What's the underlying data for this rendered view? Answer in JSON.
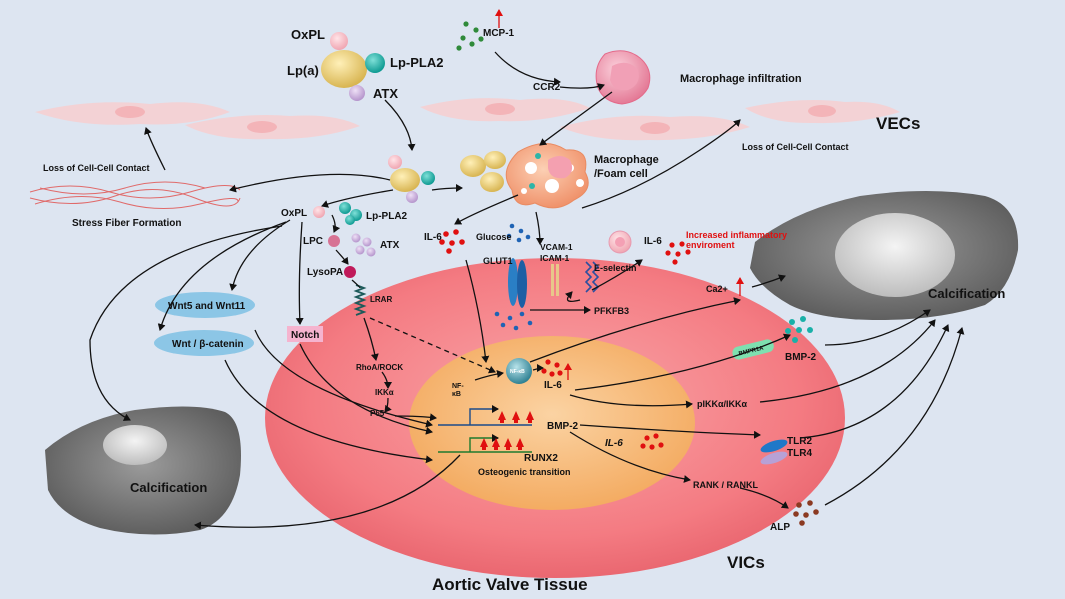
{
  "labels": {
    "oxpl_top": "OxPL",
    "lp_pla2_top": "Lp-PLA2",
    "lpa": "Lp(a)",
    "atx_top": "ATX",
    "mcp1": "MCP-1",
    "ccr2": "CCR2",
    "macrophage_infiltration": "Macrophage infiltration",
    "vecs": "VECs",
    "macrophage_foam_line1": "Macrophage",
    "macrophage_foam_line2": "/Foam cell",
    "loss_contact_left": "Loss of Cell-Cell Contact",
    "loss_contact_right": "Loss of Cell-Cell Contact",
    "stress_fiber": "Stress Fiber Formation",
    "oxpl": "OxPL",
    "lp_pla2": "Lp-PLA2",
    "lpc": "LPC",
    "atx": "ATX",
    "lysopa": "LysoPA",
    "lrar": "LRAR",
    "il6_a": "IL-6",
    "glucose": "Glucose",
    "glut1": "GLUT1",
    "vcam1": "VCAM-1",
    "icam1": "ICAM-1",
    "e_selectin": "E-selectin",
    "il6_b": "IL-6",
    "increased_inflam_line1": "Increased inflammatory",
    "increased_inflam_line2": "enviroment",
    "pfkfb3": "PFKFB3",
    "ca2": "Ca2+",
    "calcification_right": "Calcification",
    "wnt5": "Wnt5 and Wnt11",
    "wnt_bcatenin": "Wnt / β-catenin",
    "notch": "Notch",
    "rhoa": "RhoA/ROCK",
    "ikka": "IKKα",
    "p65": "P65",
    "nfkb_line1": "NF-",
    "nfkb_line2": "κB",
    "nfkb_circle": "NF-κB",
    "il6_c": "IL-6",
    "bmp2_center": "BMP-2",
    "runx2": "RUNX2",
    "osteogenic": "Osteogenic transition",
    "il6_d": "IL-6",
    "bmpr1a": "BMPR1A",
    "bmp2_right": "BMP-2",
    "pikka": "pIKKα/IKKα",
    "tlr2": "TLR2",
    "tlr4": "TLR4",
    "rank": "RANK / RANKL",
    "alp": "ALP",
    "vics": "VICs",
    "calcification_left": "Calcification",
    "aortic_valve": "Aortic Valve Tissue"
  },
  "colors": {
    "background": "#dde5f1",
    "tissue": "#f47b82",
    "nucleus_region": "#f6b36a",
    "red_marker": "#e01010",
    "teal_marker": "#19b0a8",
    "blue_marker": "#1f63b4"
  }
}
